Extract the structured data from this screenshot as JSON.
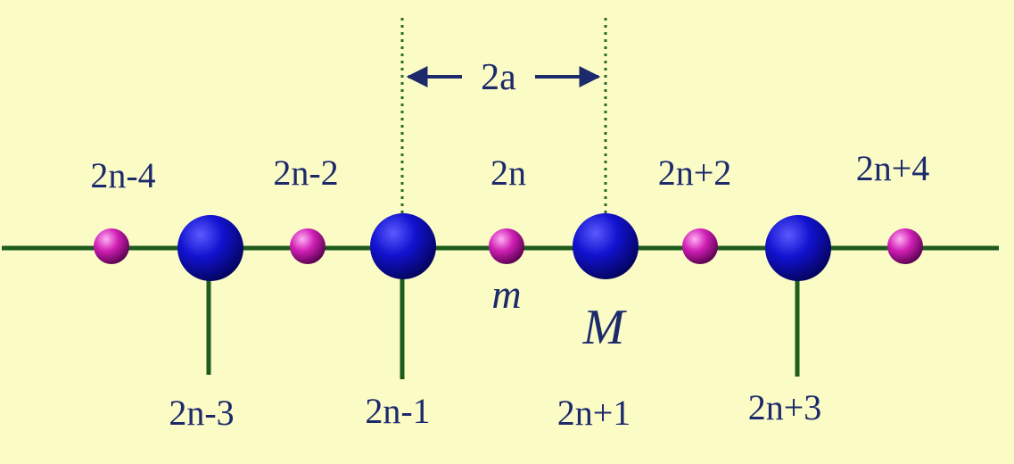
{
  "colors": {
    "background": "#fbfbc6",
    "chain": "#1d5c1d",
    "guide": "#2a6b2a",
    "text": "#1c2a6b",
    "heavy_atom": "#1010c8",
    "light_atom": "#d01fb5"
  },
  "light_atoms": [
    {
      "label": "2n-4"
    },
    {
      "label": "2n-2"
    },
    {
      "label": "2n"
    },
    {
      "label": "2n+2"
    },
    {
      "label": "2n+4"
    }
  ],
  "heavy_atoms": [
    {
      "label": "2n-3"
    },
    {
      "label": "2n-1"
    },
    {
      "label": "2n+1"
    },
    {
      "label": "2n+3"
    }
  ],
  "mass_labels": {
    "light": "m",
    "heavy": "M"
  },
  "spacing": {
    "label": "2a"
  }
}
